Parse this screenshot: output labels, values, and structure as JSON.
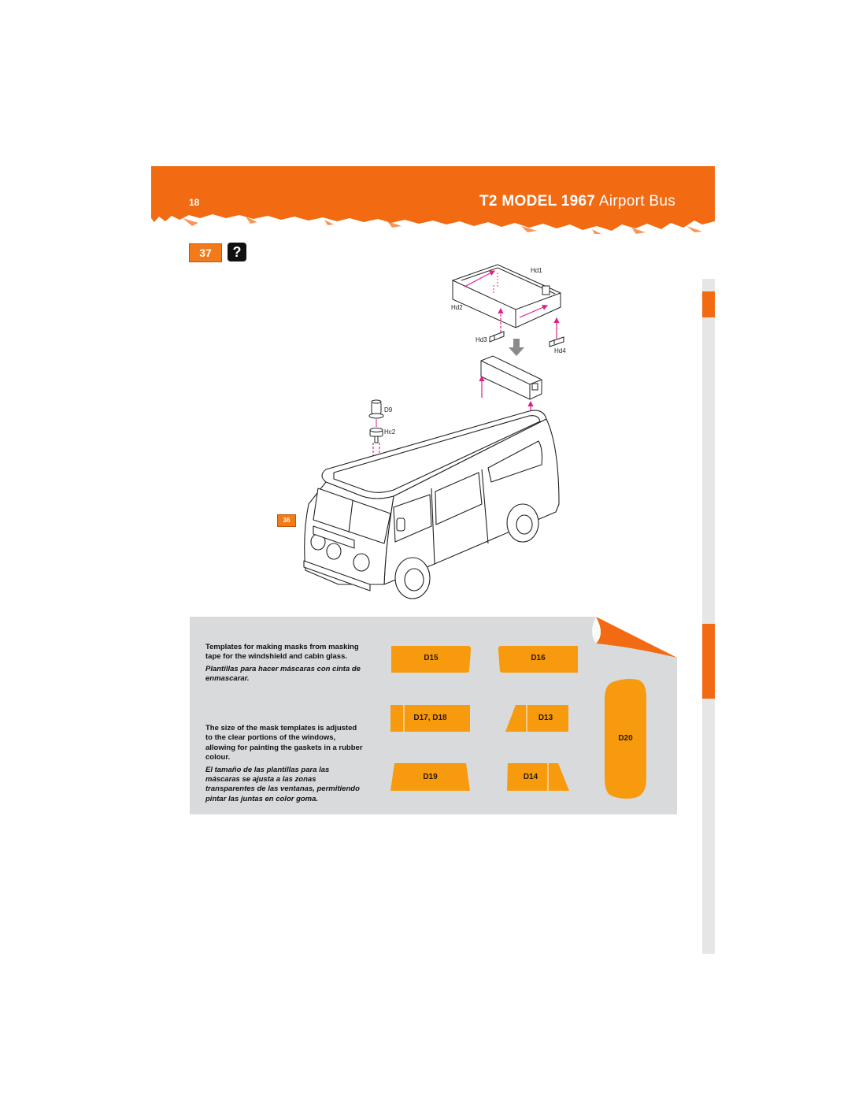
{
  "header": {
    "page_number": "18",
    "title_bold": "T2 MODEL 1967",
    "title_light": "Airport Bus",
    "band_color": "#f26a12"
  },
  "step": {
    "number": "37",
    "help_icon": "question-icon",
    "reference_step": "36"
  },
  "parts": {
    "hd1": "Hd1",
    "hd2": "Hd2",
    "hd3": "Hd3",
    "hd4": "Hd4",
    "d9": "D9",
    "hc2": "Hc2"
  },
  "notes": {
    "note1_en": "Templates for making masks from masking tape for the windshield and cabin glass.",
    "note1_es": "Plantillas para hacer máscaras con cinta de enmascarar.",
    "note2_en": "The size of the mask templates is adjusted to the clear portions of the windows, allowing for painting the gaskets in a rubber colour.",
    "note2_es": "El tamaño de las plantillas para las máscaras se ajusta a las zonas transparentes de las ventanas, permitiendo pintar las juntas en color goma."
  },
  "templates": {
    "d15": "D15",
    "d16": "D16",
    "d17_d18": "D17, D18",
    "d13": "D13",
    "d19": "D19",
    "d14": "D14",
    "d20": "D20"
  },
  "colors": {
    "accent": "#f26a12",
    "template_fill": "#f79a0e",
    "panel_grey": "#d9dadc",
    "arrow_pink": "#e0208a"
  }
}
